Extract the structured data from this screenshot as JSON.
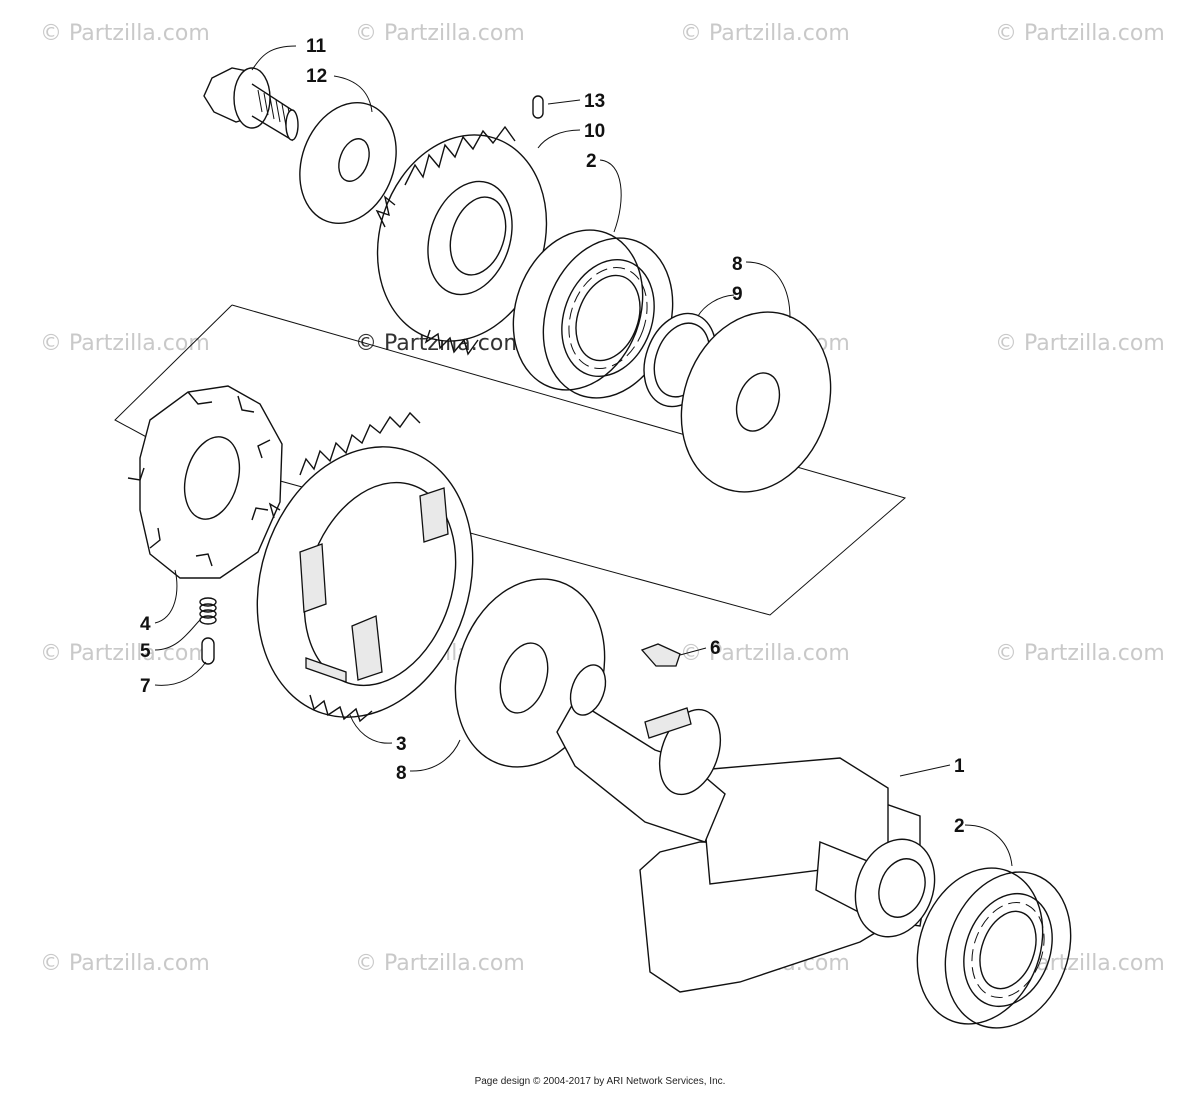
{
  "diagram": {
    "callouts": [
      {
        "id": "c11",
        "text": "11"
      },
      {
        "id": "c12",
        "text": "12"
      },
      {
        "id": "c13",
        "text": "13"
      },
      {
        "id": "c10",
        "text": "10"
      },
      {
        "id": "c2a",
        "text": "2"
      },
      {
        "id": "c8a",
        "text": "8"
      },
      {
        "id": "c9",
        "text": "9"
      },
      {
        "id": "c4",
        "text": "4"
      },
      {
        "id": "c5",
        "text": "5"
      },
      {
        "id": "c7",
        "text": "7"
      },
      {
        "id": "c3",
        "text": "3"
      },
      {
        "id": "c8b",
        "text": "8"
      },
      {
        "id": "c6",
        "text": "6"
      },
      {
        "id": "c1",
        "text": "1"
      },
      {
        "id": "c2b",
        "text": "2"
      }
    ],
    "watermark": "© Partzilla.com",
    "center_watermark": "© Partzilla.com"
  },
  "footer": {
    "text": "Page design © 2004-2017 by ARI Network Services, Inc."
  }
}
